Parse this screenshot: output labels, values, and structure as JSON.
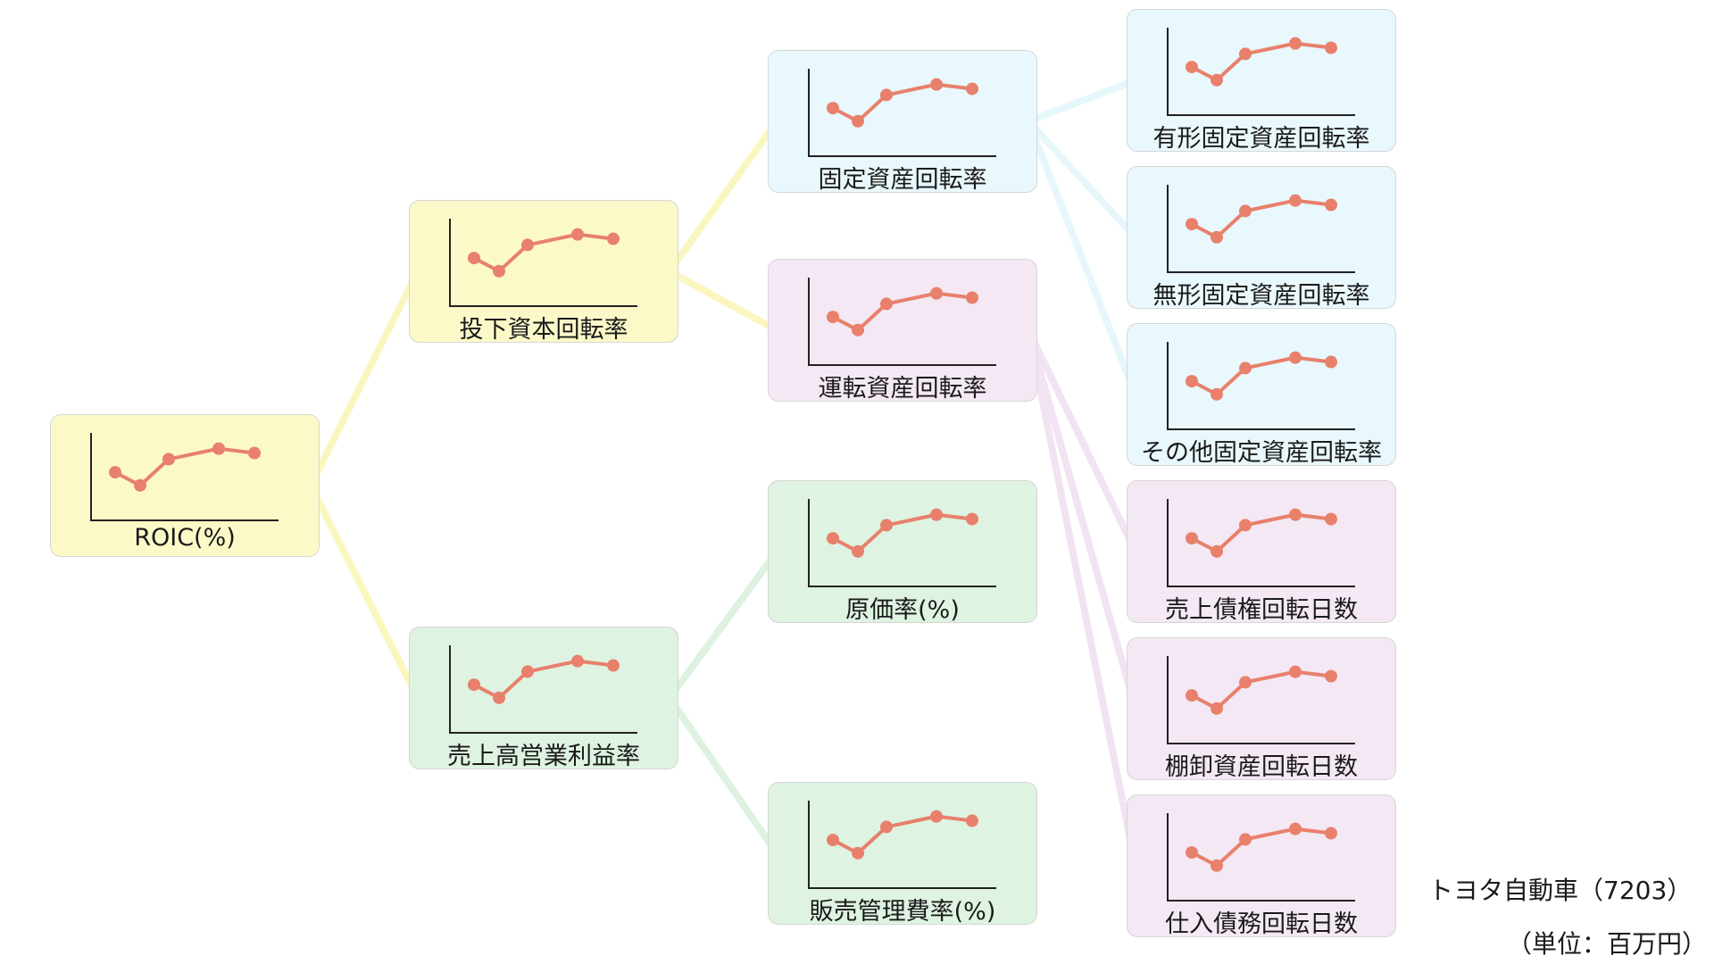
{
  "colors": {
    "yellow": "#fcf9c9",
    "blue": "#e9f8fc",
    "pink": "#f4e8f4",
    "green": "#def3e1",
    "sparkline": "#e8806c",
    "edge_yellow": "#faf6c0",
    "edge_blue": "#e6f7fb",
    "edge_pink": "#f2e3f2",
    "edge_green": "#ddf2e0"
  },
  "sparkline": {
    "icon": "line-chart-icon",
    "points": [
      0.55,
      0.4,
      0.7,
      0.82,
      0.77
    ]
  },
  "nodes": {
    "roic": {
      "label": "ROIC(%)",
      "color": "yellow"
    },
    "invested_capital_turnover": {
      "label": "投下資本回転率",
      "color": "yellow"
    },
    "operating_margin": {
      "label": "売上高営業利益率",
      "color": "green"
    },
    "fixed_asset_turnover": {
      "label": "固定資産回転率",
      "color": "blue"
    },
    "working_capital_turnover": {
      "label": "運転資産回転率",
      "color": "pink"
    },
    "cost_ratio": {
      "label": "原価率(%)",
      "color": "green"
    },
    "sga_ratio": {
      "label": "販売管理費率(%)",
      "color": "green"
    },
    "tangible_fixed_turnover": {
      "label": "有形固定資産回転率",
      "color": "blue"
    },
    "intangible_fixed_turnover": {
      "label": "無形固定資産回転率",
      "color": "blue"
    },
    "other_fixed_turnover": {
      "label": "その他固定資産回転率",
      "color": "blue"
    },
    "receivable_days": {
      "label": "売上債権回転日数",
      "color": "pink"
    },
    "inventory_days": {
      "label": "棚卸資産回転日数",
      "color": "pink"
    },
    "payable_days": {
      "label": "仕入債務回転日数",
      "color": "pink"
    }
  },
  "edges": [
    {
      "from": "roic",
      "to": "invested_capital_turnover",
      "color": "edge_yellow"
    },
    {
      "from": "roic",
      "to": "operating_margin",
      "color": "edge_yellow"
    },
    {
      "from": "invested_capital_turnover",
      "to": "fixed_asset_turnover",
      "color": "edge_yellow"
    },
    {
      "from": "invested_capital_turnover",
      "to": "working_capital_turnover",
      "color": "edge_yellow"
    },
    {
      "from": "operating_margin",
      "to": "cost_ratio",
      "color": "edge_green"
    },
    {
      "from": "operating_margin",
      "to": "sga_ratio",
      "color": "edge_green"
    },
    {
      "from": "fixed_asset_turnover",
      "to": "tangible_fixed_turnover",
      "color": "edge_blue"
    },
    {
      "from": "fixed_asset_turnover",
      "to": "intangible_fixed_turnover",
      "color": "edge_blue"
    },
    {
      "from": "fixed_asset_turnover",
      "to": "other_fixed_turnover",
      "color": "edge_blue"
    },
    {
      "from": "working_capital_turnover",
      "to": "receivable_days",
      "color": "edge_pink"
    },
    {
      "from": "working_capital_turnover",
      "to": "inventory_days",
      "color": "edge_pink"
    },
    {
      "from": "working_capital_turnover",
      "to": "payable_days",
      "color": "edge_pink"
    }
  ],
  "company": "トヨタ自動車（7203）",
  "unit": "（単位：百万円）"
}
